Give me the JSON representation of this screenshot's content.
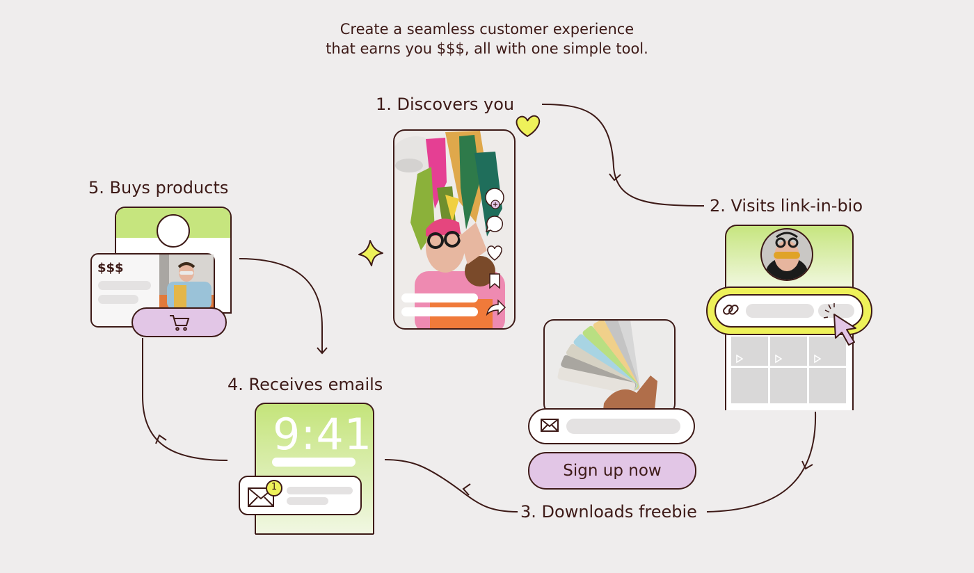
{
  "headline": {
    "line1": "Create a seamless customer experience",
    "line2": "that earns you $$$, all with one simple tool."
  },
  "steps": {
    "s1": "1. Discovers you",
    "s2": "2. Visits link-in-bio",
    "s3": "3. Downloads freebie",
    "s4": "4. Receives emails",
    "s5": "5. Buys products"
  },
  "email_phone": {
    "time": "9:41",
    "badge_count": "1"
  },
  "shop_card": {
    "price": "$$$"
  },
  "freebie": {
    "cta": "Sign up now"
  },
  "icons": [
    "heart-icon",
    "sparkle-icon",
    "add-icon",
    "comment-icon",
    "like-icon",
    "bookmark-icon",
    "share-icon",
    "link-icon",
    "cursor-icon",
    "play-icon",
    "mail-icon",
    "cart-icon"
  ],
  "colors": {
    "background": "#efeded",
    "ink": "#3d1a17",
    "lime": "#c6e57e",
    "lime_light": "#eef7d8",
    "yellow": "#eef15a",
    "lilac": "#e2c6e6",
    "placeholder": "#e4e2e2"
  }
}
